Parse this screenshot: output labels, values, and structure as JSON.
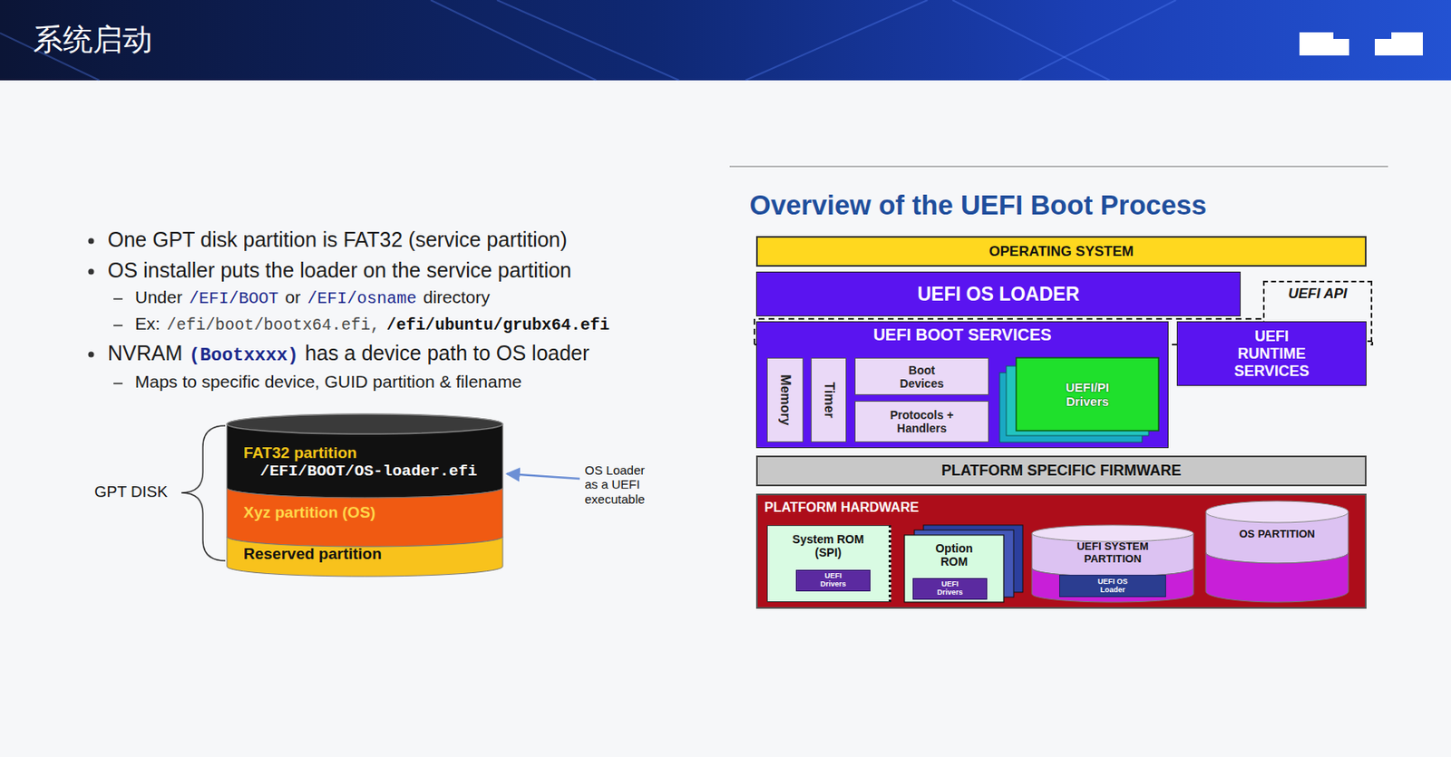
{
  "diagram": {
    "title": "系统启动",
    "nodes": [
      {
        "text": [
          "FAT32 partition",
          "/EFI/BOOT/OS-loader.efi"
        ]
      },
      {
        "text": [
          "Xyz partition (OS)"
        ]
      },
      {
        "text": [
          "Reserved partition"
        ]
      },
      {
        "text": [
          "OPERATING SYSTEM"
        ]
      },
      {
        "text": [
          "UEFI OS LOADER"
        ]
      },
      {
        "text": [
          "UEFI API"
        ]
      },
      {
        "text": [
          "UEFI BOOT SERVICES"
        ]
      },
      {
        "text": [
          "Memory"
        ],
        "in": 6
      },
      {
        "text": [
          "Timer"
        ],
        "in": 6
      },
      {
        "text": [
          "Boot Devices"
        ],
        "in": 6
      },
      {
        "text": [
          "Protocols + Handlers"
        ],
        "in": 6
      },
      {
        "text": [
          "UEFI/PI Drivers"
        ],
        "in": 6
      },
      {
        "text": [
          "UEFI RUNTIME SERVICES"
        ]
      },
      {
        "text": [
          "PLATFORM SPECIFIC FIRMWARE"
        ]
      },
      {
        "text": [
          "PLATFORM HARDWARE"
        ]
      },
      {
        "text": [
          "System ROM (SPI)"
        ],
        "in": 14
      },
      {
        "text": [
          "UEFI Drivers"
        ],
        "in": 15
      },
      {
        "text": [
          "Option ROM"
        ],
        "in": 14
      },
      {
        "text": [
          "UEFI Drivers"
        ],
        "in": 17
      },
      {
        "text": [
          "UEFI SYSTEM PARTITION"
        ],
        "in": 14
      },
      {
        "text": [
          "UEFI OS Loader"
        ],
        "in": 19
      },
      {
        "text": [
          "OS PARTITION"
        ],
        "in": 14
      }
    ],
    "labels": [
      "Overview of the UEFI Boot Process",
      "One GPT disk partition is FAT32 (service partition)",
      "OS installer puts the loader on the service partition",
      "Under",
      "/EFI/BOOT",
      "or",
      "/EFI/osname",
      "directory",
      "Ex:",
      "/efi/boot/bootx64.efi,",
      "/efi/ubuntu/grubx64.efi",
      "NVRAM",
      "(Bootxxxx)",
      "has a device path to OS loader",
      "Maps to specific device, GUID partition & filename",
      "GPT DISK",
      "OS Loader as a UEFI executable"
    ]
  }
}
